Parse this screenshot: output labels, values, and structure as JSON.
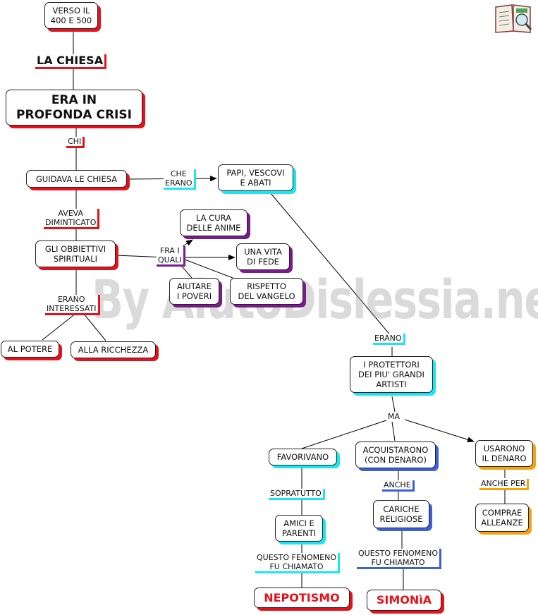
{
  "nodes": {
    "verso": "VERSO IL\n400 E 500",
    "la_chiesa": "LA CHIESA",
    "era_crisi": "ERA IN\nPROFONDA CRISI",
    "guidava": "GUIDAVA LE CHIESA",
    "papi": "PAPI, VESCOVI\nE ABATI",
    "obbiettivi": "GLI OBBIETTIVI\nSPIRITUALI",
    "cura": "LA CURA\nDELLE ANIME",
    "vita_fede": "UNA VITA\nDI FEDE",
    "aiutare": "AIUTARE\nI POVERI",
    "rispetto": "RISPETTO\nDEL VANGELO",
    "potere": "AL POTERE",
    "ricchezza": "ALLA RICCHEZZA",
    "protettori": "I PROTETTORI\nDEI PIU' GRANDI\nARTISTI",
    "favorivano": "FAVORIVANO",
    "acquistarono": "ACQUISTARONO\n(CON DENARO)",
    "usarono": "USARONO\nIL DENARO",
    "amici": "AMICI E\nPARENTI",
    "cariche": "CARICHE\nRELIGIOSE",
    "comprae": "COMPRAE\nALLEANZE",
    "nepotismo": "NEPOTISMO",
    "simonia": "SIMONìA"
  },
  "links": {
    "chi": "CHI",
    "che_erano": "CHE\nERANO",
    "aveva": "AVEVA\nDIMINTICATO",
    "fra_i_quali": "FRA I\nQUALI",
    "erano_interessati": "ERANO\nINTERESSATI",
    "erano": "ERANO",
    "ma": "MA",
    "sopratutto": "SOPRATUTTO",
    "anche": "ANCHE",
    "anche_per": "ANCHE PER",
    "fenomeno_1": "QUESTO FENOMENO\nFU CHIAMATO",
    "fenomeno_2": "QUESTO FENOMENO\nFU CHIAMATO"
  },
  "watermark": "By AiutoDislessia.net",
  "icons": {
    "logo": "open-book-magnifier-icon"
  },
  "colors": {
    "red": "#e8101a",
    "cyan": "#19e6f0",
    "purple": "#7a1a8c",
    "blue": "#3d5fd8",
    "orange": "#f5a20c"
  }
}
